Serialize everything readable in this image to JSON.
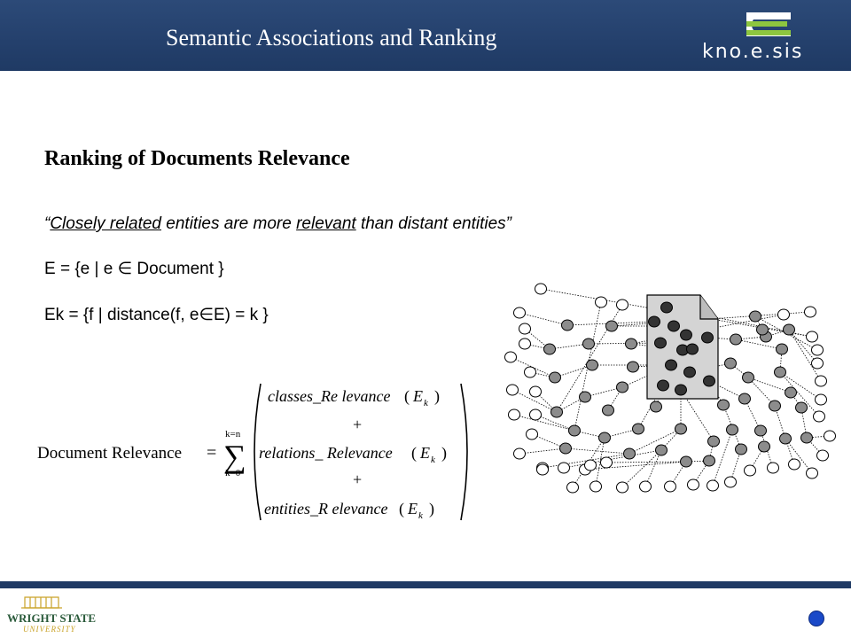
{
  "header": {
    "title": "Semantic Associations and Ranking",
    "logo_text": "kno.e.sis"
  },
  "slide": {
    "heading": "Ranking of Documents Relevance",
    "quote": {
      "open": "“",
      "term1": "Closely related",
      "mid": " entities are more ",
      "term2": "relevant",
      "close": " than distant entities”"
    },
    "set_e": "E = {e | e ∈ Document }",
    "set_ek": "Ek = {f | distance(f, e∈E) = k }"
  },
  "formula": {
    "lhs": "Document  Relevance",
    "equals": "=",
    "sum_top": "k=n",
    "sum_bottom": "k=0",
    "terms": [
      {
        "name": "classes_Re levance",
        "arg": "E"
      },
      {
        "name": "relations_ Relevance",
        "arg": "E"
      },
      {
        "name": "entities_R elevance",
        "arg": "E"
      }
    ],
    "plus": "+",
    "sub": "k"
  },
  "footer": {
    "university_line1": "WRIGHT STATE",
    "university_line2": "UNIVERSITY"
  },
  "colors": {
    "header": "#24406c",
    "footer_bar": "#1f3a64",
    "nav_dot": "#1a49c8",
    "logo_green": "#8dc63f"
  }
}
